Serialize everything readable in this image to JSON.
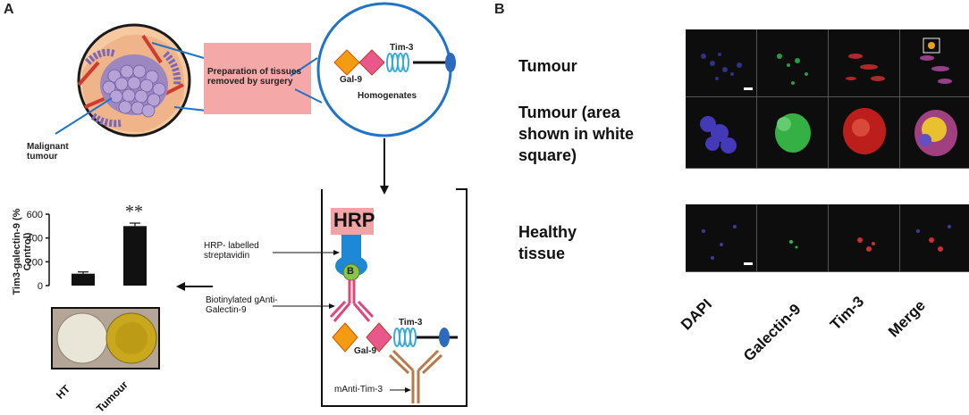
{
  "panels": {
    "a": "A",
    "b": "B"
  },
  "panel_a": {
    "prep_text": "Preparation of tissues removed by surgery",
    "homogenates": "Homogenates",
    "malignant": "Malignant tumour",
    "gal9": "Gal-9",
    "tim3": "Tim-3",
    "hrp": "HRP",
    "biotin": "B",
    "hrp_label": "HRP- labelled streptavidin",
    "biotin_label": "Biotinylated gAnti-Galectin-9",
    "manti_label": "mAnti-Tim-3",
    "significance": "**",
    "well_labels": [
      "HT",
      "Tumour"
    ],
    "colors": {
      "pink_box": "#f4a9a8",
      "hrp": "#f2a3a6",
      "streptavidin": "#1e88d6",
      "antibody_pink": "#e0457b",
      "antibody_tan": "#b87a4b",
      "tim3_blue": "#39a9d9"
    }
  },
  "chart_data": {
    "type": "bar",
    "categories": [
      "HT",
      "Tumour"
    ],
    "values": [
      100,
      500
    ],
    "errors": [
      15,
      25
    ],
    "ylabel": "Tim3-galectin-9 (% Control)",
    "yticks": [
      0,
      200,
      400,
      600
    ],
    "ylim": [
      0,
      600
    ]
  },
  "panel_b": {
    "rows": [
      "Tumour",
      "Tumour (area shown in white square)",
      "Healthy tissue"
    ],
    "columns": [
      "DAPI",
      "Galectin-9",
      "Tim-3",
      "Merge"
    ]
  }
}
